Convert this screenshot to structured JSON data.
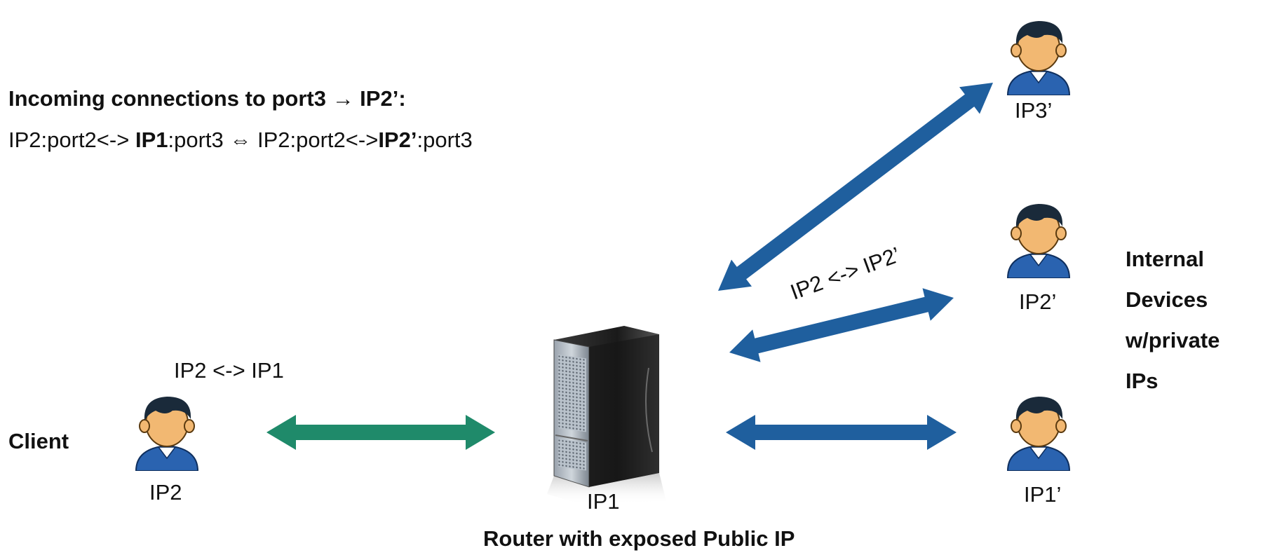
{
  "header": {
    "line1": "Incoming connections to port3 → IP2’:",
    "line2": [
      {
        "text": "IP2:port2<-> ",
        "bold": false
      },
      {
        "text": "IP1",
        "bold": true
      },
      {
        "text": ":port3 ⇔ IP2:port2<->",
        "bold": false
      },
      {
        "text": "IP2’",
        "bold": true
      },
      {
        "text": ":port3",
        "bold": false
      }
    ]
  },
  "labels": {
    "client": "Client",
    "ip2": "IP2",
    "link_client": "IP2 <-> IP1",
    "ip1": "IP1",
    "router": "Router with exposed Public IP",
    "ip3p": "IP3’",
    "ip2p": "IP2’",
    "ip1p": "IP1’",
    "link_internal": "IP2 <-> IP2’",
    "internal_devices": [
      "Internal",
      "Devices",
      "w/private",
      "IPs"
    ]
  },
  "colors": {
    "client_link": "#1f8a6a",
    "internal_link": "#1f5f9e",
    "person_shirt": "#2a63b0",
    "person_face": "#f2b872",
    "person_hair": "#1a2a3a",
    "server_body": "#222222"
  },
  "icons": {
    "person": "user-icon",
    "server": "server-icon"
  }
}
